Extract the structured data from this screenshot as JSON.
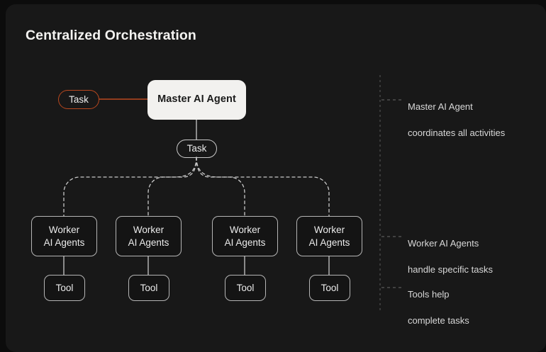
{
  "page": {
    "background": "#0c0c0c",
    "card_background": "#181818",
    "title": "Centralized Orchestration"
  },
  "colors": {
    "accent_orange": "#b9481f",
    "node_border": "#b5b5b5",
    "master_fill": "#f2f1ef",
    "master_text": "#1a1a1a",
    "text_primary": "#f4f3f1",
    "text_secondary": "#d8d8d8",
    "divider": "#555555"
  },
  "diagram": {
    "type": "hierarchy",
    "input_task": {
      "label": "Task"
    },
    "master": {
      "label": "Master AI Agent"
    },
    "dispatch_task": {
      "label": "Task"
    },
    "workers": [
      {
        "label": "Worker\nAI Agents",
        "line1": "Worker",
        "line2": "AI Agents",
        "tool": "Tool"
      },
      {
        "label": "Worker\nAI Agents",
        "line1": "Worker",
        "line2": "AI Agents",
        "tool": "Tool"
      },
      {
        "label": "Worker\nAI Agents",
        "line1": "Worker",
        "line2": "AI Agents",
        "tool": "Tool"
      },
      {
        "label": "Worker\nAI Agents",
        "line1": "Worker",
        "line2": "AI Agents",
        "tool": "Tool"
      }
    ]
  },
  "annotations": [
    {
      "line1": "Master AI Agent",
      "line2": "coordinates all activities"
    },
    {
      "line1": "Worker AI Agents",
      "line2": "handle specific tasks"
    },
    {
      "line1": "Tools help",
      "line2": "complete tasks"
    }
  ]
}
